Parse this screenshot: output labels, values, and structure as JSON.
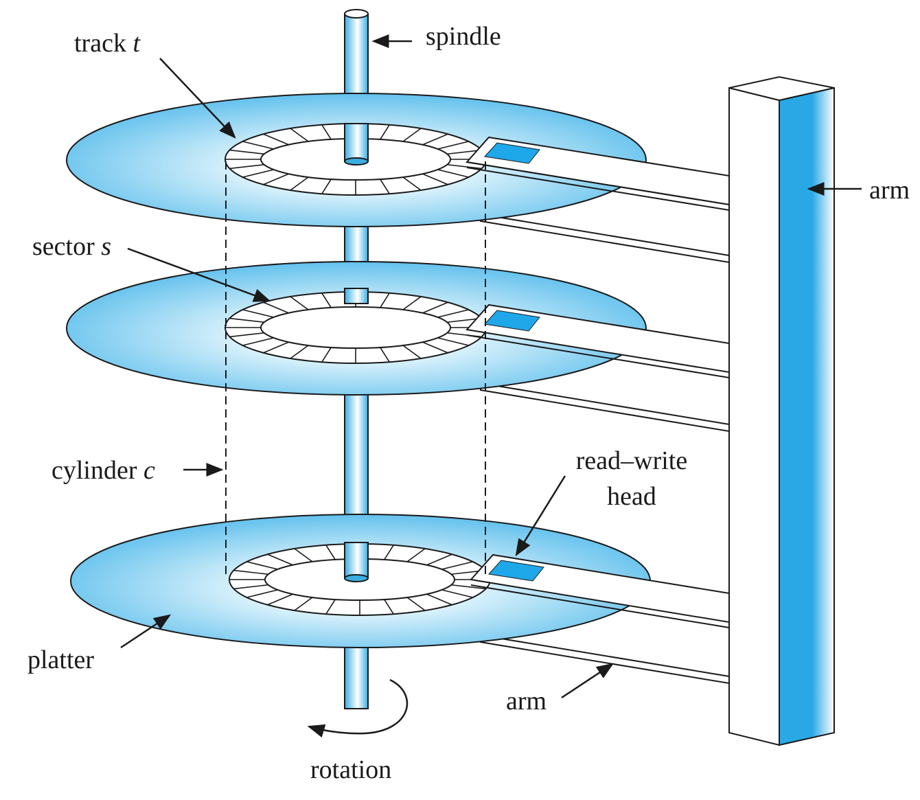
{
  "labels": {
    "track": {
      "text": "track",
      "var": "t"
    },
    "spindle": "spindle",
    "arm_right": "arm",
    "sector": {
      "text": "sector",
      "var": "s"
    },
    "cylinder": {
      "text": "cylinder",
      "var": "c"
    },
    "read_write_head": {
      "line1": "read–write",
      "line2": "head"
    },
    "platter": "platter",
    "arm_bottom": "arm",
    "rotation": "rotation"
  },
  "colors": {
    "platter_blue": "#4bb7ea",
    "spindle_blue": "#3aaee3",
    "head_blue": "#1ea7e9",
    "arm_blue": "#2aa8e6",
    "stroke": "#1a1a1a"
  }
}
